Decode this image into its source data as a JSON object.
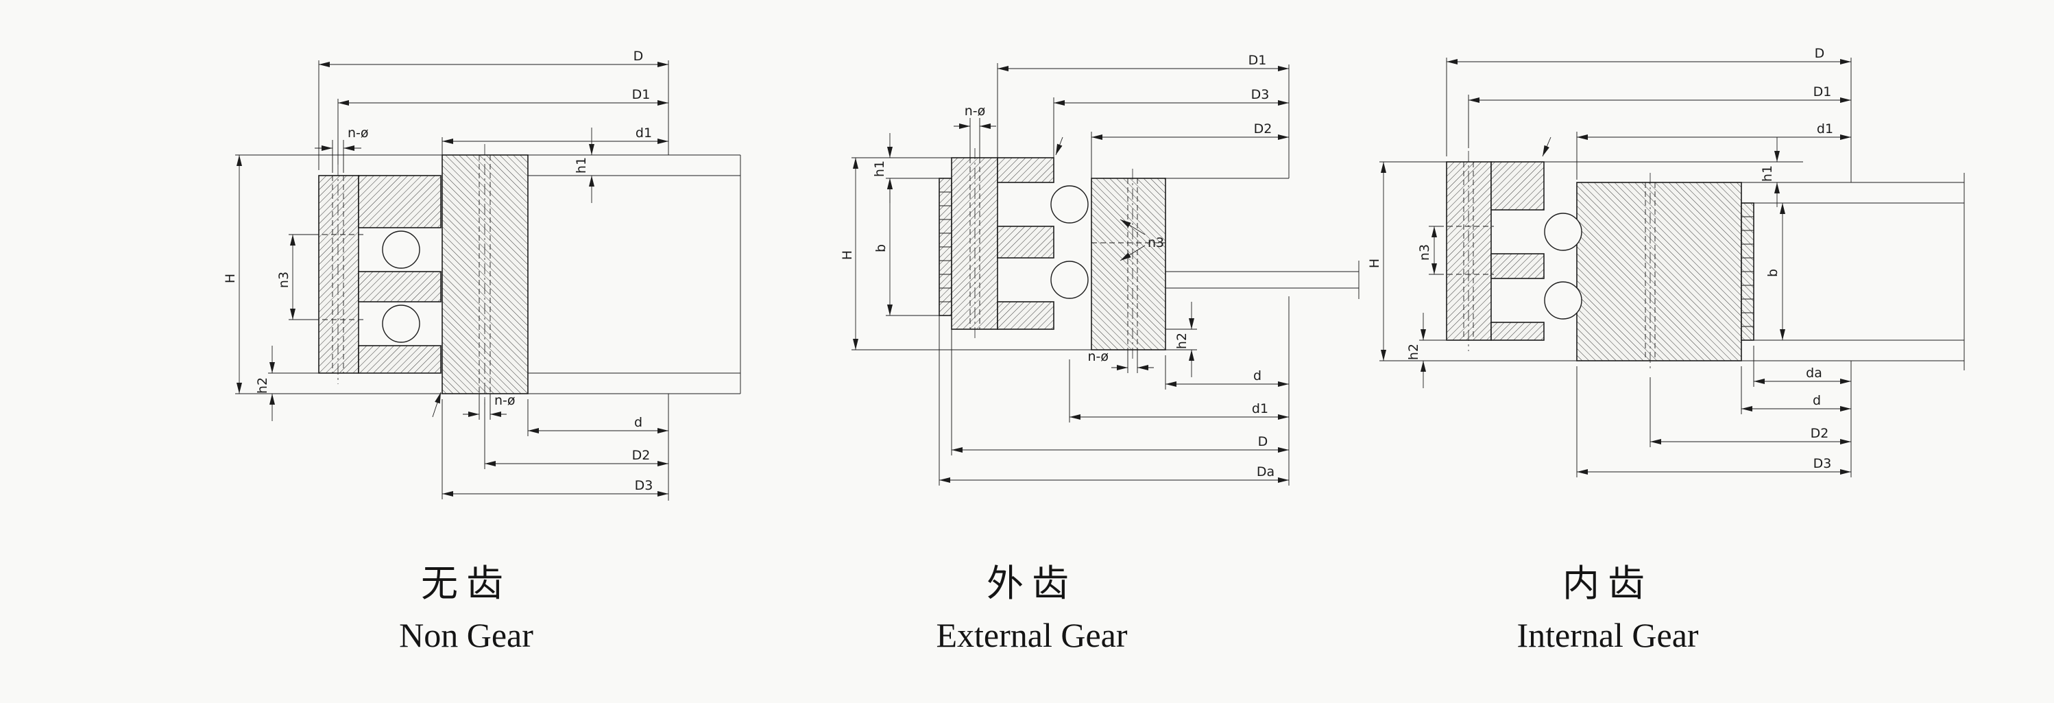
{
  "page": {
    "background": "#f9f9f7",
    "ink": "#1c1c1c"
  },
  "diagrams": [
    {
      "caption_zh": "无齿",
      "caption_en": "Non Gear",
      "labels": {
        "D": "D",
        "D1": "D1",
        "d1": "d1",
        "n_phi_top": "n-ø",
        "n_phi_bottom": "n-ø",
        "h1": "h1",
        "h2": "h2",
        "H": "H",
        "n3": "n3",
        "d": "d",
        "D2": "D2",
        "D3": "D3"
      }
    },
    {
      "caption_zh": "外齿",
      "caption_en": "External Gear",
      "labels": {
        "D1": "D1",
        "D3": "D3",
        "D2": "D2",
        "n_phi_top": "n-ø",
        "n_phi_bottom": "n-ø",
        "h1": "h1",
        "h2": "h2",
        "H": "H",
        "b": "b",
        "n3": "n3",
        "d": "d",
        "d1": "d1",
        "D": "D",
        "Da": "Da"
      }
    },
    {
      "caption_zh": "内齿",
      "caption_en": "Internal Gear",
      "labels": {
        "D": "D",
        "D1": "D1",
        "d1": "d1",
        "h1": "h1",
        "h2": "h2",
        "H": "H",
        "b": "b",
        "n3": "n3",
        "da": "da",
        "d": "d",
        "D2": "D2",
        "D3": "D3"
      }
    }
  ]
}
